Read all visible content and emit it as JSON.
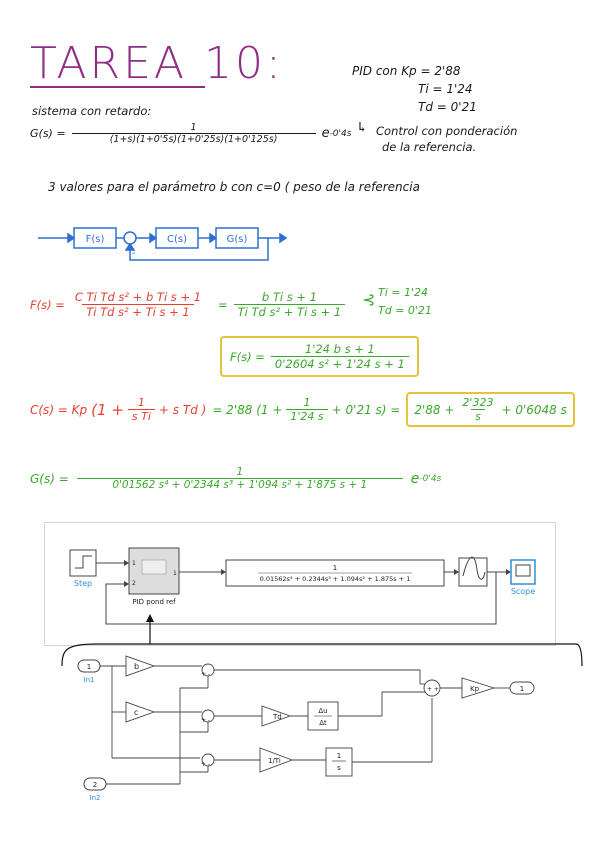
{
  "title": "TAREA 10:",
  "pid": {
    "line1": "PID con  Kp = 2'88",
    "ti": "Ti = 1'24",
    "td": "Td = 0'21",
    "note1": "Control con ponderación",
    "note2": "de la referencia."
  },
  "system": {
    "label": "sistema con retardo:",
    "g_lhs": "G(s) =",
    "g_num": "1",
    "g_den": "(1+s)(1+0'5s)(1+0'25s)(1+0'125s)",
    "g_exp": "e",
    "g_exp_sup": "-0'4s"
  },
  "params_text": "3 valores para el parámetro b con c=0 ( peso de la referencia",
  "block_diagram": {
    "f": "F(s)",
    "c": "C(s)",
    "g": "G(s)",
    "minus": "-"
  },
  "eq_f": {
    "lhs": "F(s) =",
    "num": "C Ti Td s² + b Ti s + 1",
    "den": "Ti Td s² + Ti s + 1",
    "eq2_num": "b Ti s + 1",
    "eq2_den": "Ti Td s² + Ti s + 1",
    "ti": "Ti = 1'24",
    "td": "Td = 0'21",
    "boxed_lhs": "F(s) =",
    "boxed_num": "1'24 b s + 1",
    "boxed_den": "0'2604 s² + 1'24 s + 1"
  },
  "eq_c": {
    "lhs": "C(s) = Kp",
    "open": "(1 +",
    "t1_num": "1",
    "t1_den": "s Ti",
    "plus_std": "+ s Td )",
    "eq_green": "= 2'88 (1 +",
    "t2_num": "1",
    "t2_den": "1'24 s",
    "tail": "+ 0'21 s) =",
    "boxed_a": "2'88 +",
    "boxed_num": "2'323",
    "boxed_den": "s",
    "boxed_b": "+ 0'6048 s"
  },
  "eq_g": {
    "lhs": "G(s) =",
    "num": "1",
    "den": "0'01562 s⁴ + 0'2344 s³ + 1'094 s² + 1'875 s + 1",
    "e": "e",
    "sup": "-0'4s"
  },
  "simulink": {
    "step": "Step",
    "pid": "PID pond ref",
    "port1": "1",
    "port2": "2",
    "out1": "1",
    "tf_num": "1",
    "tf_den": "0.01562s⁴ + 0.2344s³ + 1.094s² + 1.875s + 1",
    "scope": "Scope"
  },
  "subsystem": {
    "in1_num": "1",
    "in1": "In1",
    "in2_num": "2",
    "in2": "In2",
    "gain_b": "b",
    "gain_c": "c",
    "gain_td": "Td",
    "gain_ti": "1/Ti",
    "gain_kp": "Kp",
    "deriv_num": "Δu",
    "deriv_den": "Δt",
    "int_num": "1",
    "int_den": "s",
    "out_num": "1"
  }
}
